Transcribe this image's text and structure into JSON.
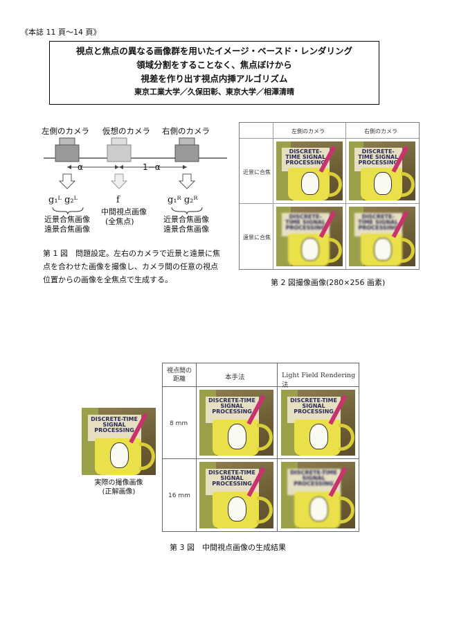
{
  "page_ref": "《本誌 11 頁〜14 頁》",
  "title": {
    "line1": "視点と焦点の異なる画像群を用いたイメージ・ベースド・レンダリング",
    "line2": "領域分割をすることなく、焦点ぼけから",
    "line3": "視差を作り出す視点内挿アルゴリズム",
    "authors": "東京工業大学／久保田彰、東京大学／相澤清晴"
  },
  "fig1": {
    "labels": {
      "left_cam": "左側のカメラ",
      "virtual_cam": "仮想のカメラ",
      "right_cam": "右側のカメラ"
    },
    "alpha": "α",
    "one_minus_alpha": "1−α",
    "gL": "g₁ᴸ g₂ᴸ",
    "f": "f",
    "gR": "g₁ᴿ g₂ᴿ",
    "left_desc1": "近景合焦画像",
    "left_desc2": "遠景合焦画像",
    "mid_desc1": "中間視点画像",
    "mid_desc2": "(全焦点)",
    "right_desc1": "近景合焦画像",
    "right_desc2": "遠景合焦画像",
    "caption_line1": "第 1 図　問題設定。左右のカメラで近景と遠景に焦",
    "caption_line2": "点を合わせた画像を撮像し、カメラ間の任意の視点",
    "caption_line3": "位置からの画像を全焦点で生成する。"
  },
  "fig2": {
    "col1": "左側のカメラ",
    "col2": "右側のカメラ",
    "row1": "近景に合焦",
    "row2": "遠景に合焦",
    "caption": "第 2 図撮像画像(280×256 画素)"
  },
  "photo_text": "DISCRETE-TIME SIGNAL PROCESSING",
  "fig3": {
    "header_dist": "視点間の距離",
    "header_method": "本手法",
    "header_lfr": "Light Field Rendering 法",
    "row1": "8 mm",
    "row2": "16 mm",
    "real_label1": "実際の撮像画像",
    "real_label2": "(正解画像)",
    "caption": "第 3 図　中間視点画像の生成結果"
  }
}
